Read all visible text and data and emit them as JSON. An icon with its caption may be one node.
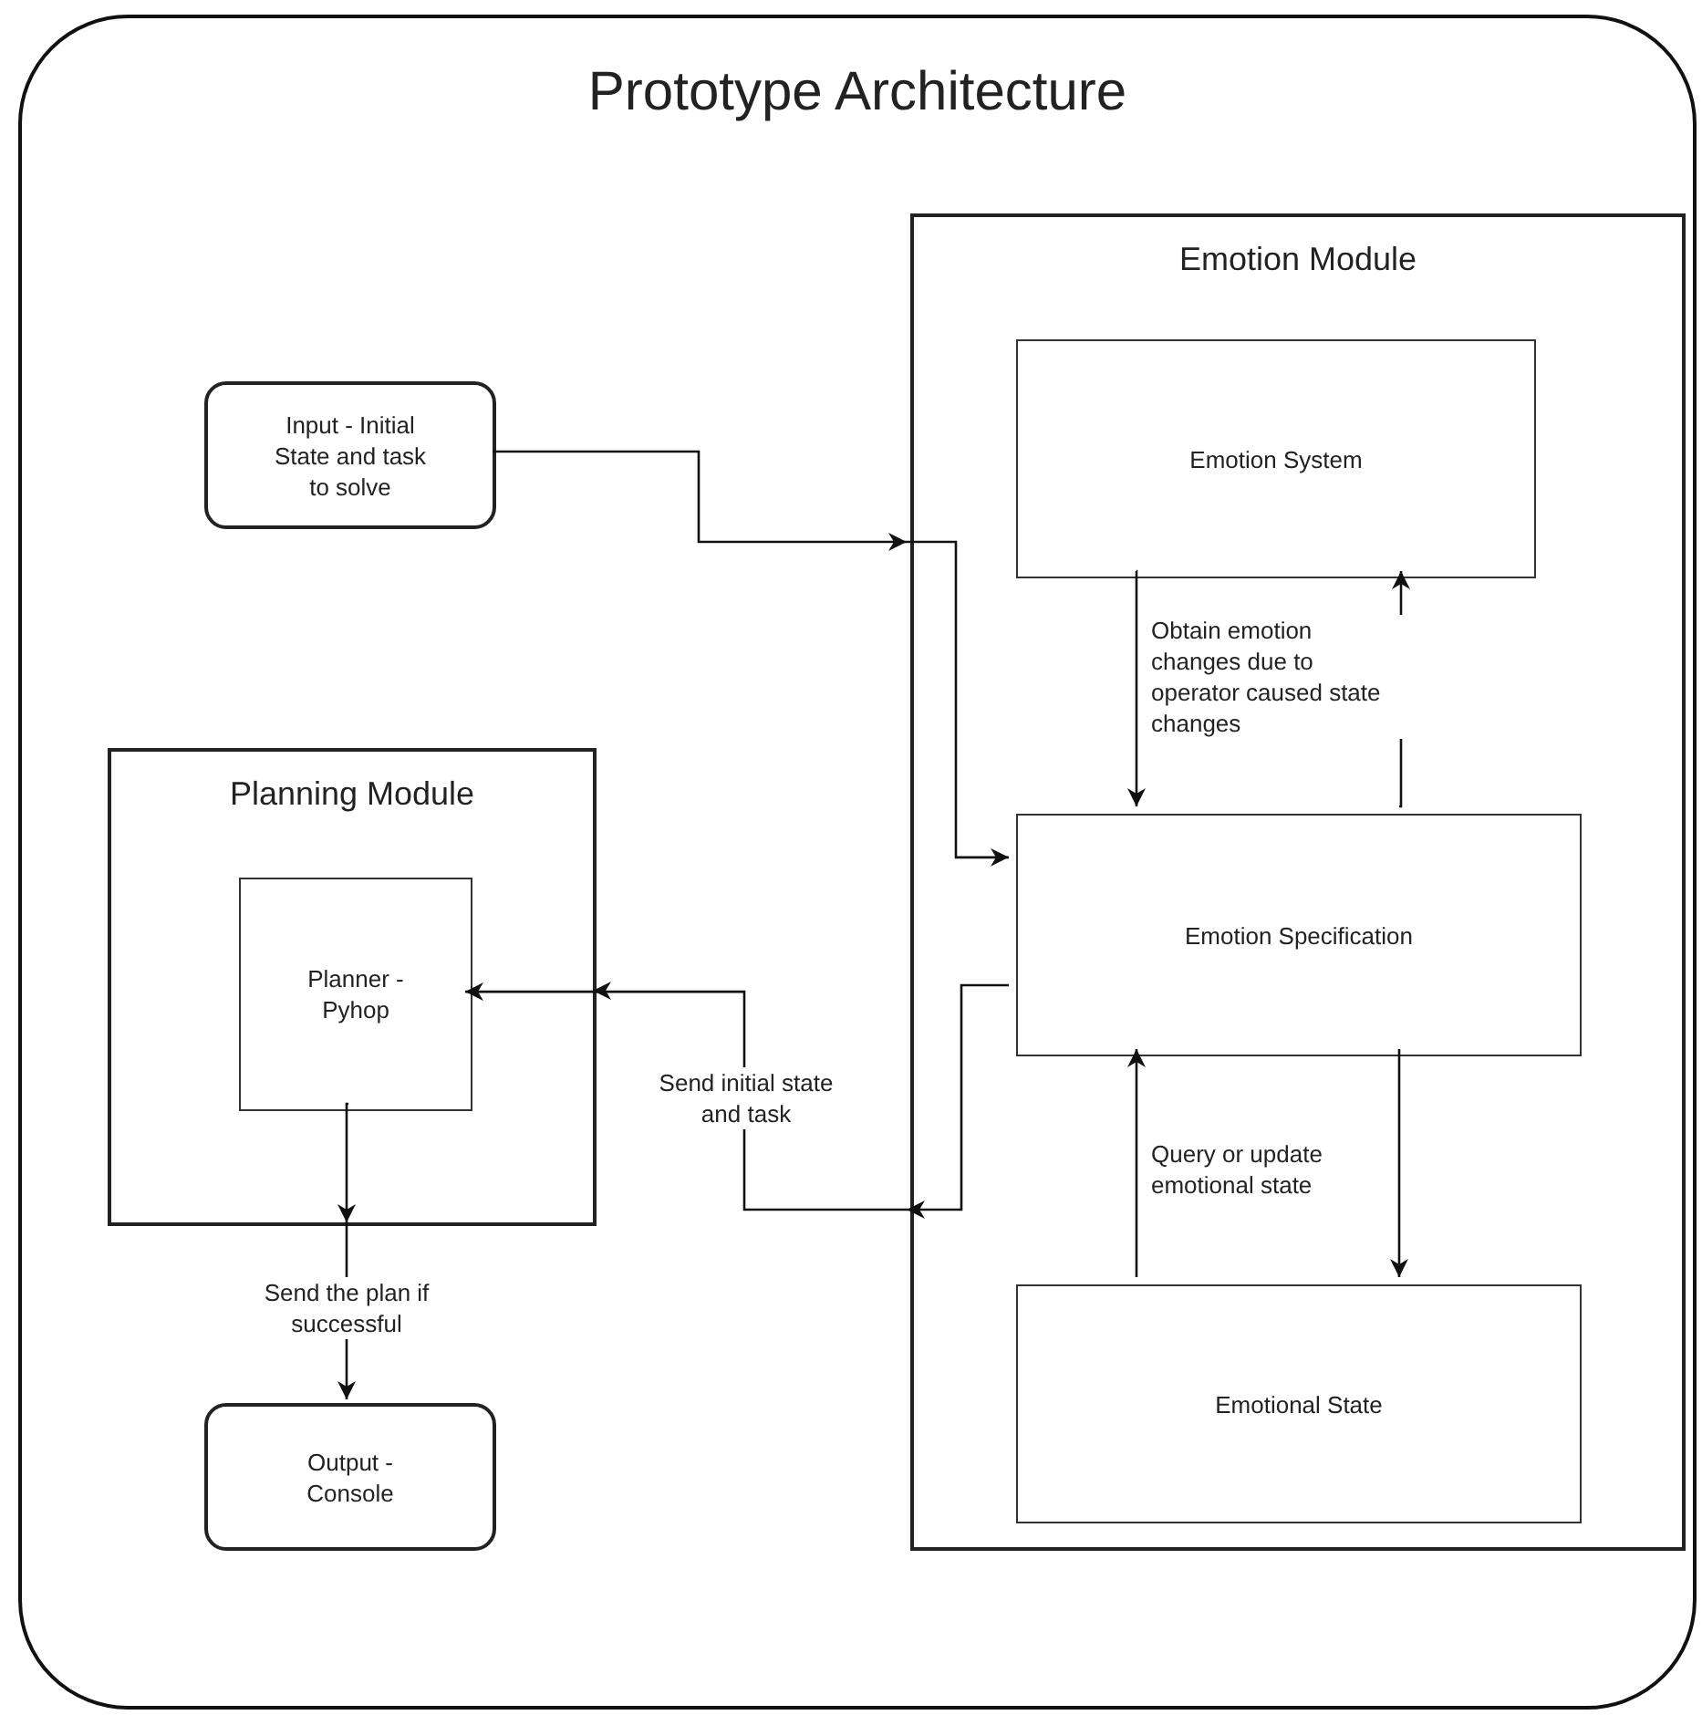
{
  "diagram": {
    "nodes": [
      {
        "text": [
          "Prototype Architecture"
        ]
      },
      {
        "text": [
          "Input - Initial State and task to solve"
        ],
        "in": 0
      },
      {
        "text": [
          "Emotion Module"
        ],
        "in": 0
      },
      {
        "text": [
          "Emotion System"
        ],
        "in": 2
      },
      {
        "text": [
          "Emotion Specification"
        ],
        "in": 2
      },
      {
        "text": [
          "Emotional State"
        ],
        "in": 2
      },
      {
        "text": [
          "Planning Module"
        ],
        "in": 0
      },
      {
        "text": [
          "Planner - Pyhop"
        ],
        "in": 6
      },
      {
        "text": [
          "Output - Console"
        ],
        "in": 0
      }
    ],
    "edges": [
      {
        "from": 1,
        "to": 4,
        "arrow": "to"
      },
      {
        "from": 4,
        "to": 7,
        "arrow": "to",
        "label": "Send initial state and task"
      },
      {
        "from": 3,
        "to": 4,
        "arrow": "to",
        "label": "Obtain emotion changes due to operator caused state changes"
      },
      {
        "from": 4,
        "to": 3,
        "arrow": "to"
      },
      {
        "from": 5,
        "to": 4,
        "arrow": "to",
        "label": "Query or update emotional state"
      },
      {
        "from": 4,
        "to": 5,
        "arrow": "to"
      },
      {
        "from": 7,
        "to": 8,
        "arrow": "to",
        "label": "Send the plan if successful"
      }
    ]
  }
}
